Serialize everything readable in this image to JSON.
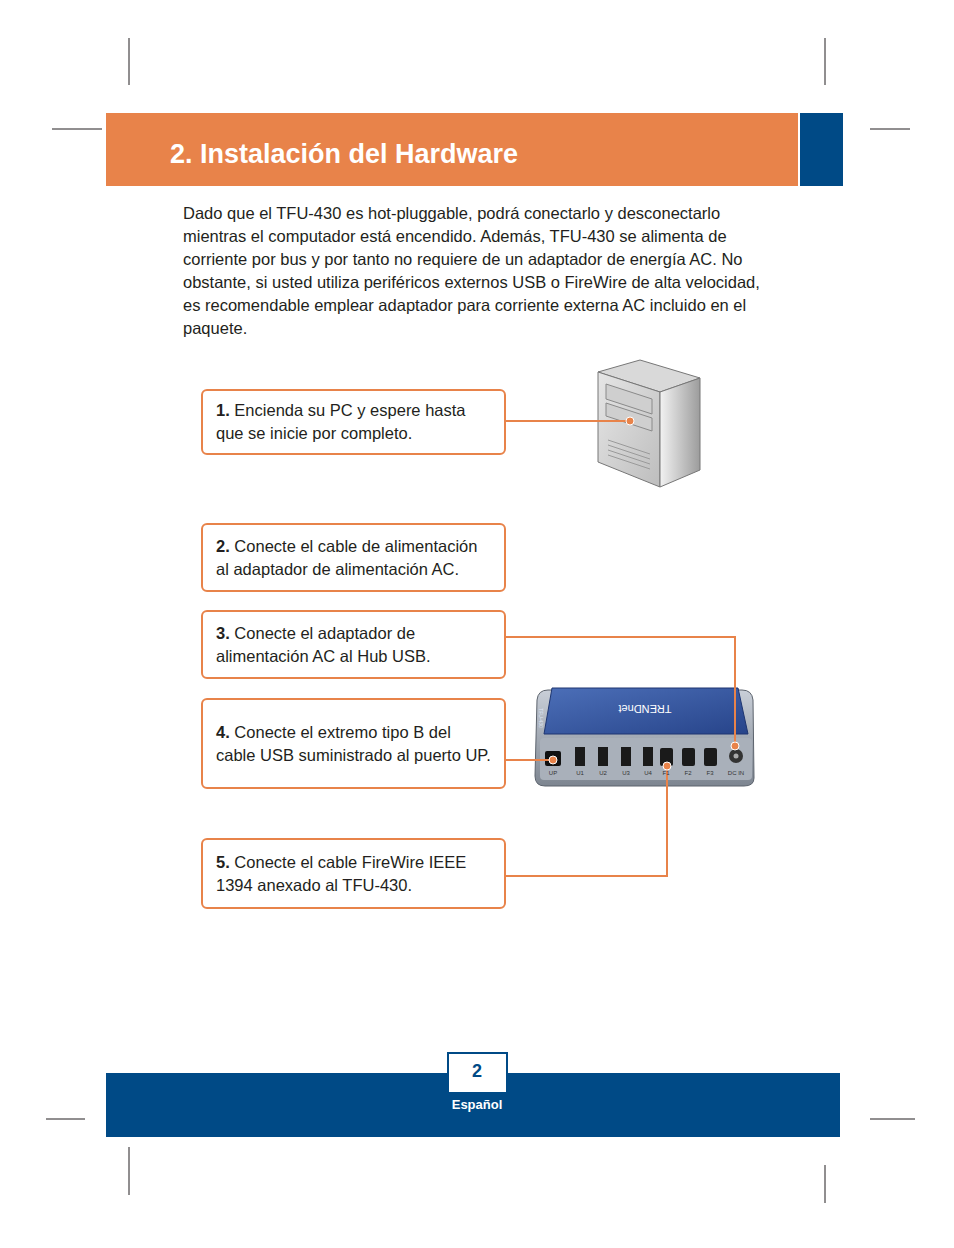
{
  "diagram": {
    "title": "2. Instalación del Hardware",
    "nodes": [
      {
        "text": [
          "1.",
          "Encienda su PC y espere hasta que se inicie por completo."
        ]
      },
      {
        "text": [
          "2.",
          "Conecte el cable de alimentación al adaptador de alimentación AC."
        ]
      },
      {
        "text": [
          "3.",
          "Conecte el adaptador de alimentación AC al Hub USB."
        ]
      },
      {
        "text": [
          "4.",
          "Conecte el extremo tipo B del cable USB suministrado al puerto UP."
        ]
      },
      {
        "text": [
          "5.",
          "Conecte el cable FireWire IEEE 1394 anexado al TFU-430."
        ]
      }
    ],
    "labels": [
      "Dado que el TFU-430 es hot-pluggable, podrá conectarlo y desconectarlo mientras el computador está encendido. Además, TFU-430 se alimenta de corriente por bus y por tanto no requiere de un adaptador de energía AC. No obstante, si usted utiliza periféricos externos USB o FireWire de alta velocidad, es recomendable emplear adaptador para corriente externa AC incluido en el paquete.",
      "TRENDnet",
      "TFU-430",
      "UP",
      "U1",
      "U2",
      "U3",
      "U4",
      "F1",
      "F2",
      "F3",
      "DC IN",
      "2",
      "Español"
    ]
  }
}
